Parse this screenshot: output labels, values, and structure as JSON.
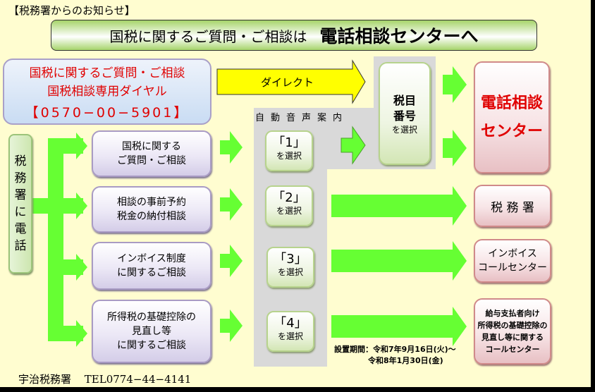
{
  "notice_label": "【税務署からのお知らせ】",
  "banner": {
    "lead": "国税に関するご質問・ご相談は",
    "title": "電話相談センターへ"
  },
  "dial_box": {
    "line1": "国税に関するご質問・ご相談",
    "line2": "国税相談専用ダイヤル",
    "number": "【0570−00−5901】"
  },
  "direct_arrow_label": "ダイレクト",
  "auto_voice_label": "自動音声案内",
  "tax_item_box": {
    "line1": "税目",
    "line2": "番号",
    "line3": "を選択"
  },
  "phone_center": {
    "line1": "電話相談",
    "line2": "センター"
  },
  "call_tax_office": [
    "税",
    "務",
    "署",
    "に",
    "電",
    "話"
  ],
  "topics": [
    {
      "lines": [
        "国税に関する",
        "ご質問・ご相談"
      ]
    },
    {
      "lines": [
        "相談の事前予約",
        "税金の納付相談"
      ]
    },
    {
      "lines": [
        "インボイス制度",
        "に関するご相談"
      ]
    },
    {
      "lines": [
        "所得税の基礎控除の",
        "見直し等",
        "に関するご相談"
      ]
    }
  ],
  "select_buttons": [
    {
      "number": "「1」",
      "label": "を選択"
    },
    {
      "number": "「2」",
      "label": "を選択"
    },
    {
      "number": "「3」",
      "label": "を選択"
    },
    {
      "number": "「4」",
      "label": "を選択"
    }
  ],
  "destinations": [
    {
      "lines": [
        "税 務 署"
      ]
    },
    {
      "lines": [
        "インボイス",
        "コールセンター"
      ]
    },
    {
      "lines": [
        "給与支払者向け",
        "所得税の基礎控除の",
        "見直し等に関する",
        "コールセンター"
      ]
    }
  ],
  "period": {
    "line1": "設置期間：令和7年9月16日(火)～",
    "line2": "令和8年1月30日(金)"
  },
  "footer": {
    "office": "宇治税務署",
    "tel": "TEL0774−44−4141"
  },
  "colors": {
    "arrow_green": "#66ff33",
    "direct_yellow": "#ffff00",
    "emphasis_red": "#e00000",
    "background": "#fffdd0"
  }
}
